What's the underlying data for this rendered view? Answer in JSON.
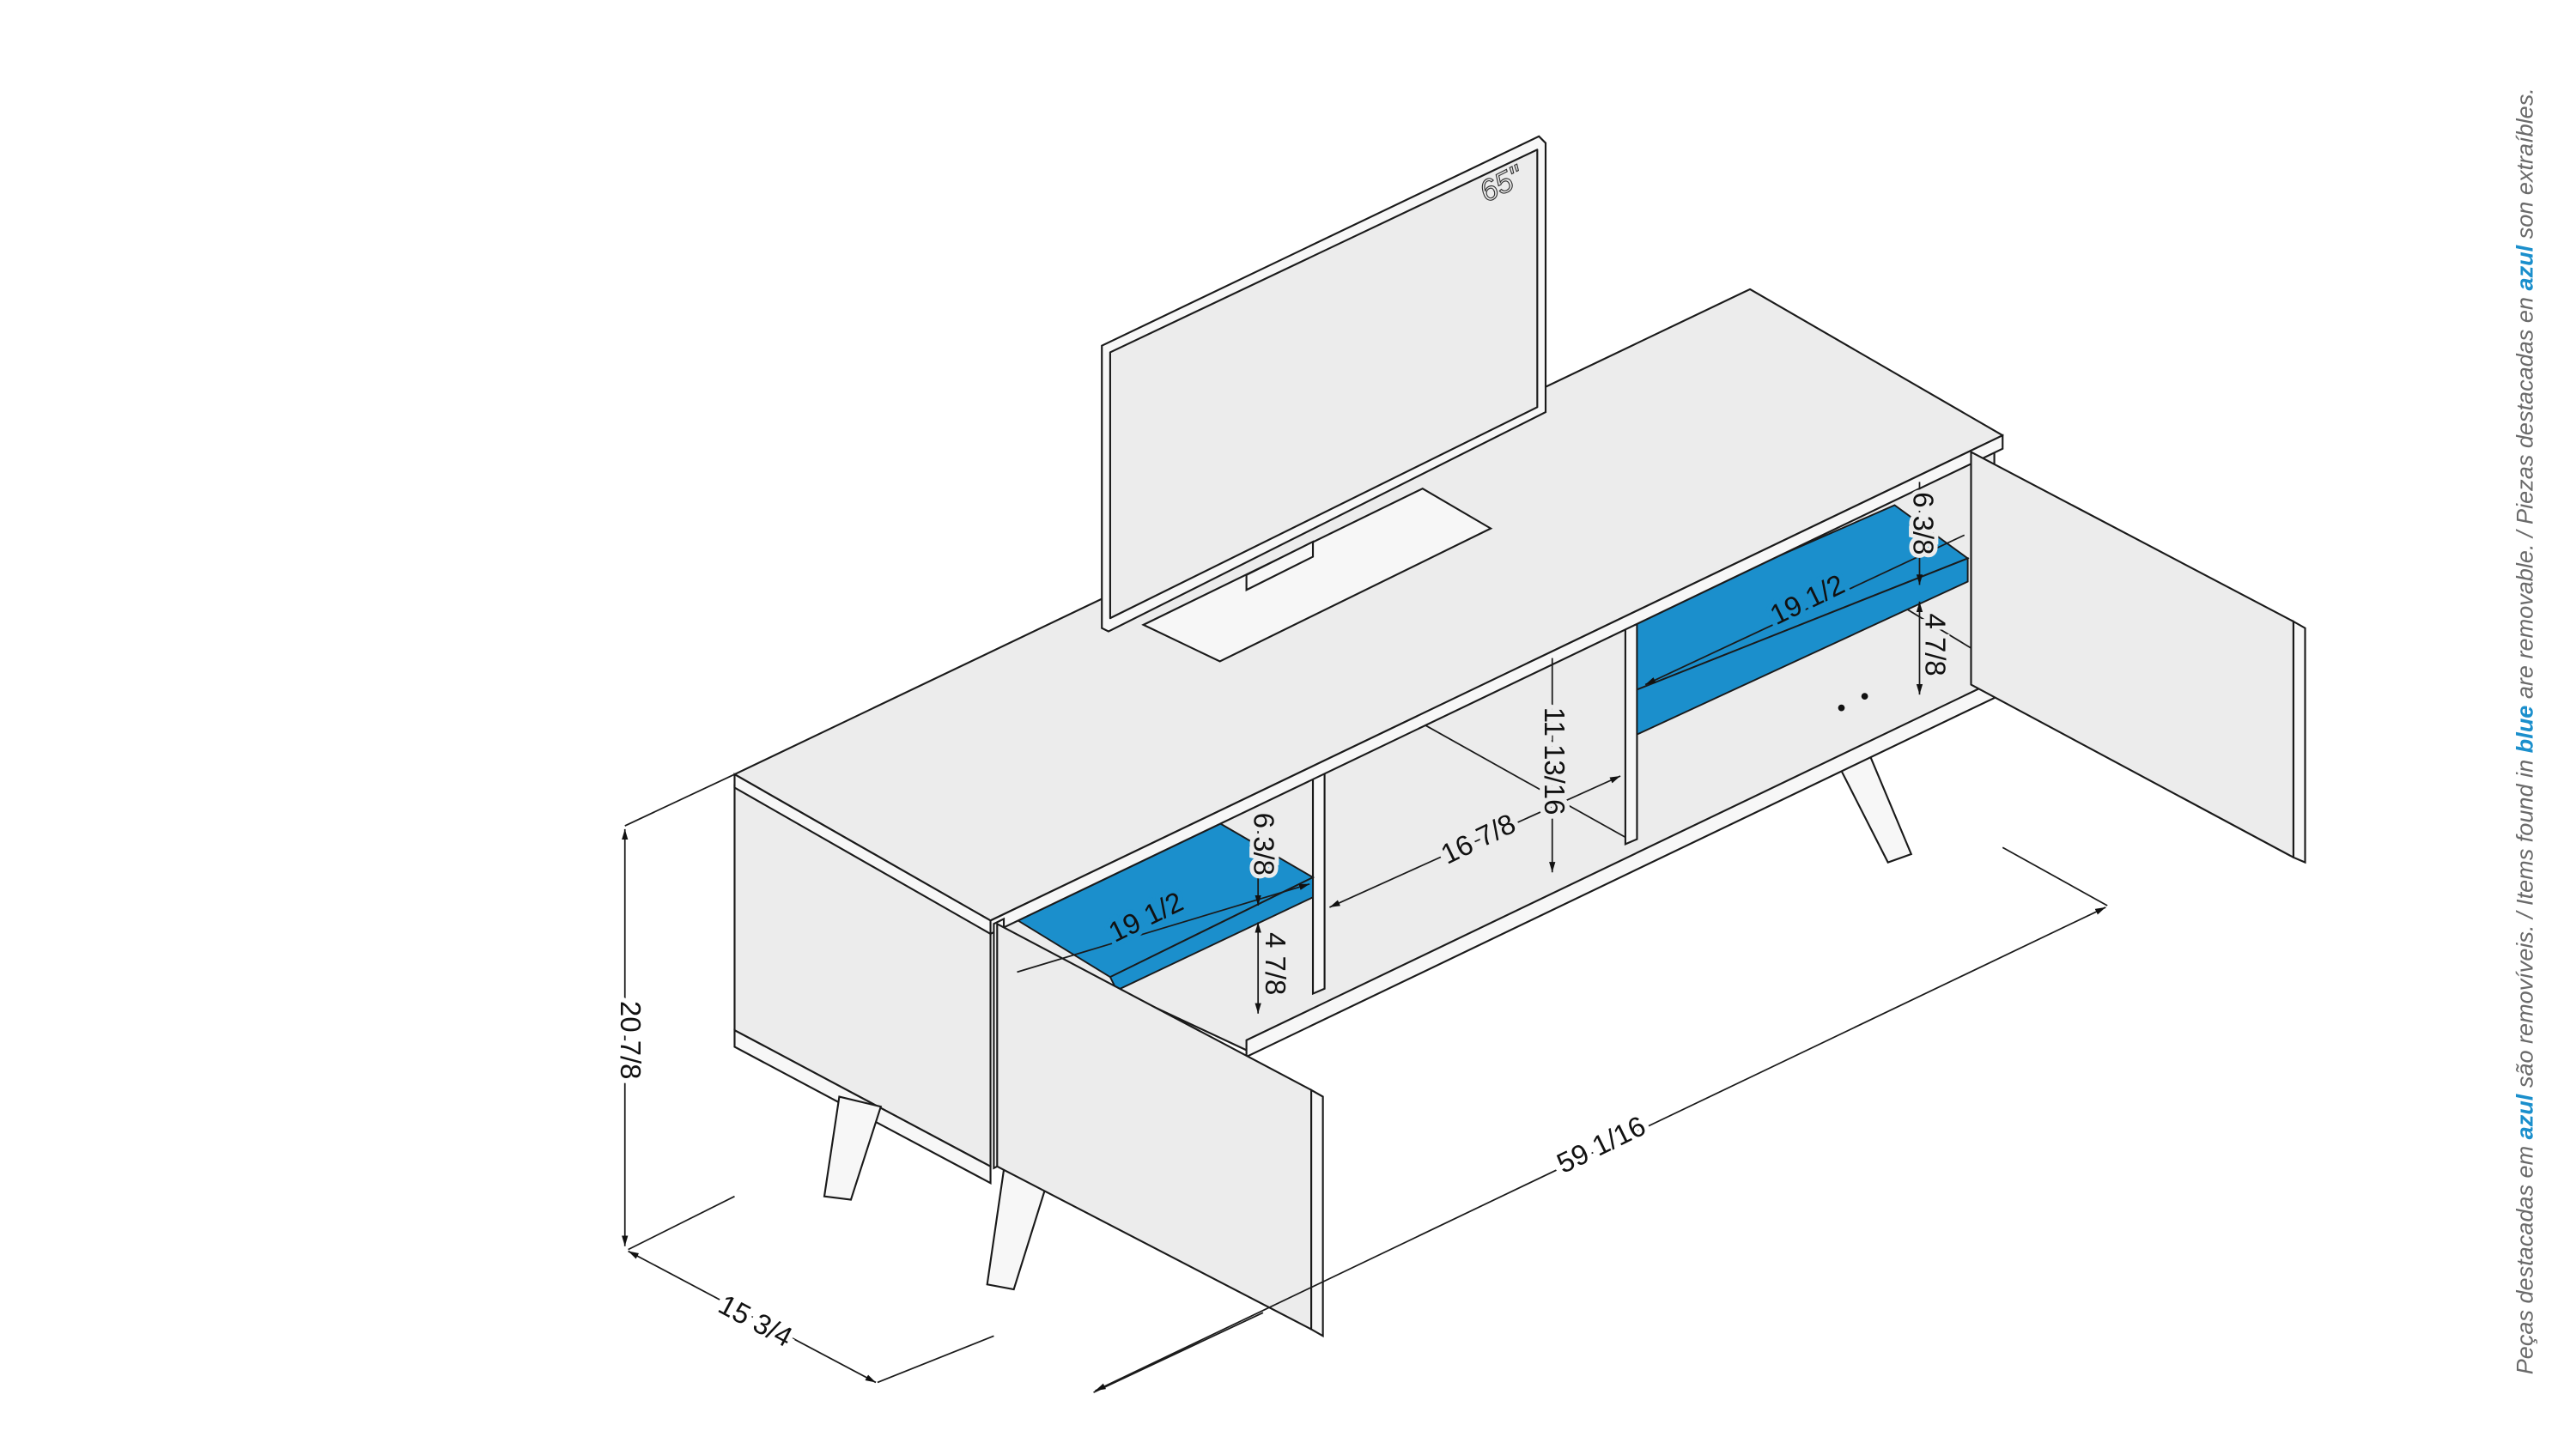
{
  "tv": {
    "size_label": "65\""
  },
  "dimensions": {
    "height": "20 7/8",
    "depth": "15 3/4",
    "width": "59 1/16",
    "center_width": "16 7/8",
    "center_height": "11 13/16",
    "left_shelf_width": "19 1/2",
    "left_upper_height": "6 3/8",
    "left_lower_height": "4 7/8",
    "right_shelf_width": "19 1/2",
    "right_upper_height": "6 3/8",
    "right_lower_height": "4 7/8"
  },
  "note": {
    "pt_prefix": "Peças destacadas em ",
    "pt_highlight": "azul",
    "pt_suffix": " são removíveis. / Items found in ",
    "en_highlight": "blue",
    "en_suffix": " are removable. / Piezas destacadas en ",
    "es_highlight": "azul",
    "es_suffix": " son extraíbles."
  },
  "colors": {
    "removable": "#1b8fcc",
    "panel": "#ececec",
    "line": "#1a1a1a"
  }
}
